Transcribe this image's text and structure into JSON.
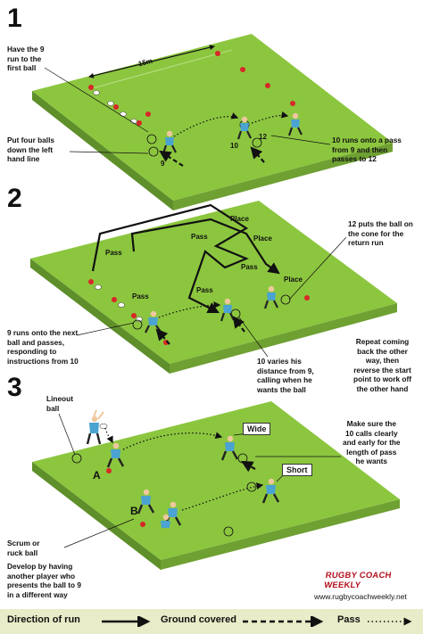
{
  "section_numbers": [
    "1",
    "2",
    "3"
  ],
  "section1": {
    "distance_label": "15m",
    "notes": {
      "have_nine_run": "Have the 9\nrun to the\nfirst ball",
      "put_four_balls": "Put four balls\ndown the left\nhand line",
      "ten_runs_onto": "10 runs onto a pass\nfrom 9 and then\npasses to 12"
    },
    "player_numbers": [
      "9",
      "10",
      "12"
    ]
  },
  "section2": {
    "pass_labels": [
      "Pass",
      "Pass",
      "Pass",
      "Pass",
      "Pass"
    ],
    "place_labels": [
      "Place",
      "Place",
      "Place"
    ],
    "notes": {
      "twelve_puts": "12 puts the ball on\nthe cone for the\nreturn run",
      "nine_runs": "9 runs onto the next\nball and passes,\nresponding to\ninstructions from 10",
      "ten_varies": "10 varies his\ndistance from 9,\ncalling when he\nwants the ball",
      "repeat": "Repeat coming\nback the other\nway, then\nreverse the start\npoint to work off\nthe other hand"
    }
  },
  "section3": {
    "notes": {
      "lineout": "Lineout\nball",
      "scrum": "Scrum or\nruck ball",
      "make_sure": "Make sure the\n10 calls clearly\nand early for the\nlength of pass\nhe wants",
      "develop": "Develop by having\nanother player who\npresents the ball to 9\nin a different way"
    },
    "callouts": {
      "wide": "Wide",
      "short": "Short"
    },
    "group_labels": {
      "a": "A",
      "b": "B"
    }
  },
  "brand": {
    "name": "RUGBY COACH WEEKLY",
    "url": "www.rugbycoachweekly.net"
  },
  "legend": {
    "direction": "Direction of run",
    "ground": "Ground covered",
    "pass": "Pass"
  },
  "colors": {
    "pitch_top": "#8cc63f",
    "pitch_side": "#5e8f2a",
    "pitch_front": "#6fa032",
    "jersey": "#4aa3d1",
    "cone": "#d62828",
    "legend_bg": "#e9ecc8",
    "brand": "#b3121f"
  }
}
